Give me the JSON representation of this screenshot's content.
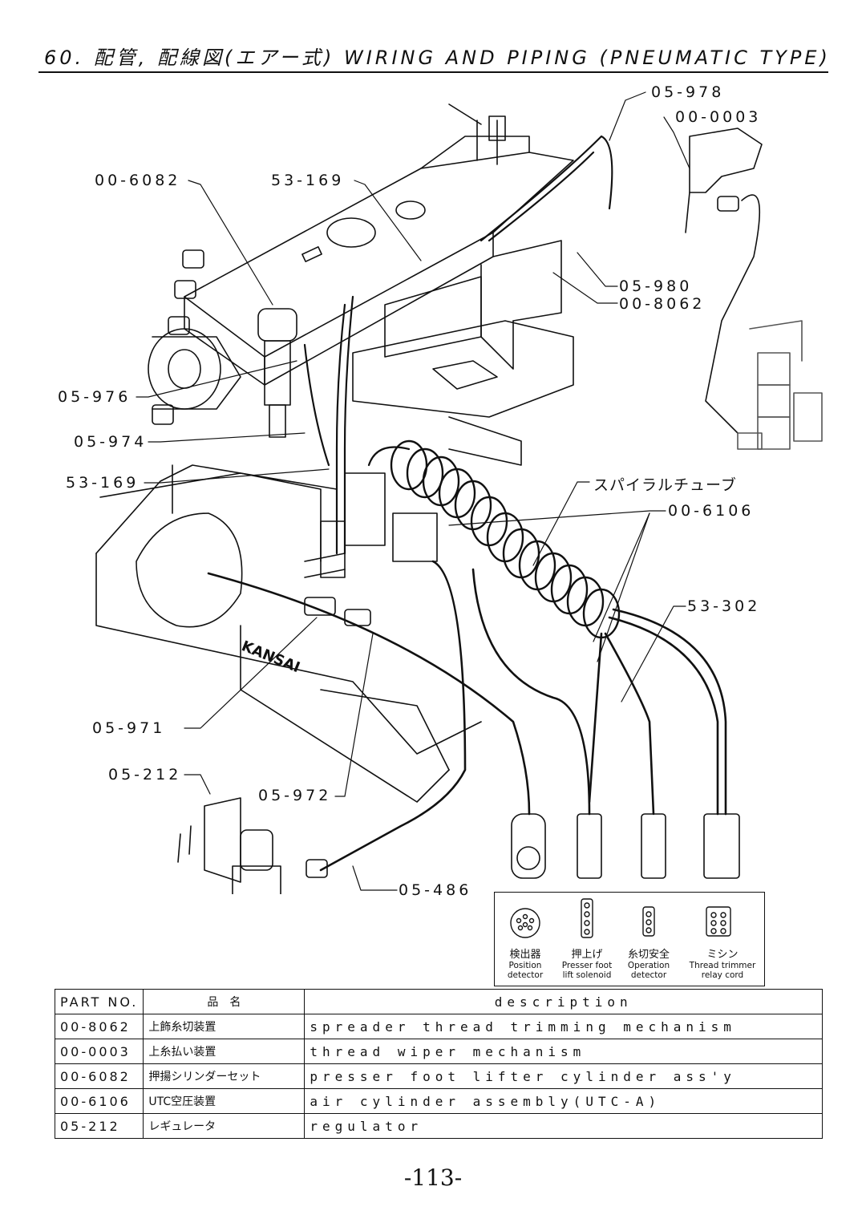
{
  "title": "60. 配管, 配線図(エアー式) WIRING AND PIPING (PNEUMATIC TYPE)",
  "callouts": {
    "c_05_978": "05-978",
    "c_00_0003": "00-0003",
    "c_00_6082": "00-6082",
    "c_53_169_top": "53-169",
    "c_05_980": "05-980",
    "c_00_8062": "00-8062",
    "c_05_976": "05-976",
    "c_05_974": "05-974",
    "c_53_169_mid": "53-169",
    "c_spiral": "スパイラルチューブ",
    "c_00_6106": "00-6106",
    "c_53_302": "53-302",
    "c_05_971": "05-971",
    "c_05_212": "05-212",
    "c_05_972": "05-972",
    "c_05_486": "05-486"
  },
  "legend": [
    {
      "jp": "検出器",
      "en1": "Position",
      "en2": "detector"
    },
    {
      "jp": "押上げ",
      "en1": "Presser foot",
      "en2": "lift solenoid"
    },
    {
      "jp": "糸切安全",
      "en1": "Operation",
      "en2": "detector"
    },
    {
      "jp": "ミシン",
      "en1": "Thread trimmer",
      "en2": "relay cord"
    }
  ],
  "table": {
    "headers": {
      "part_no": "PART NO.",
      "name_jp": "品　名",
      "description": "description"
    },
    "rows": [
      {
        "part_no": "00-8062",
        "name_jp": "上飾糸切装置",
        "description": "spreader thread trimming mechanism"
      },
      {
        "part_no": "00-0003",
        "name_jp": "上糸払い装置",
        "description": "thread wiper mechanism"
      },
      {
        "part_no": "00-6082",
        "name_jp": "押揚シリンダーセット",
        "description": "presser foot lifter cylinder ass'y"
      },
      {
        "part_no": "00-6106",
        "name_jp": "UTC空圧装置",
        "description": "air cylinder assembly(UTC-A)"
      },
      {
        "part_no": "05-212",
        "name_jp": "レギュレータ",
        "description": "regulator"
      }
    ]
  },
  "page_number": "-113-",
  "brand_logo": "KANSAI"
}
